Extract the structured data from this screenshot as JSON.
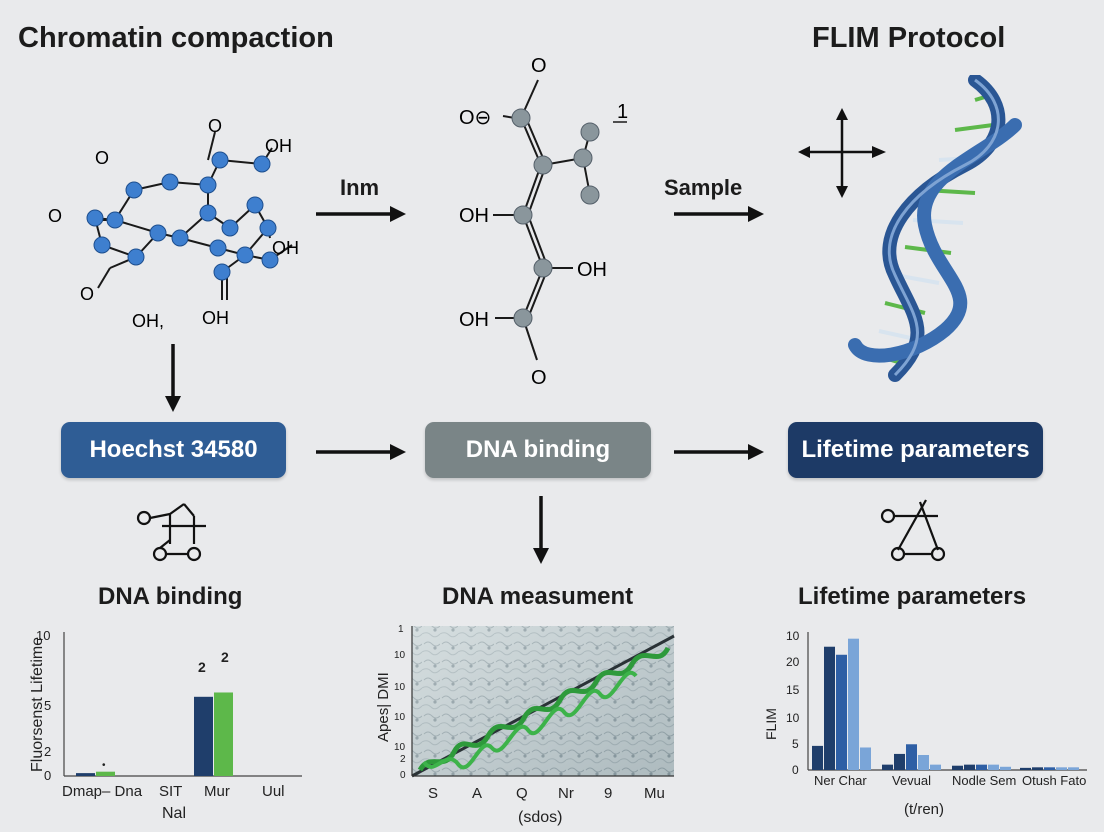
{
  "headings": {
    "chromatin": "Chromatin compaction",
    "flim": "FLIM Protocol"
  },
  "arrow_labels": {
    "inm": "Inm",
    "sample": "Sample"
  },
  "molecule1_labels": [
    "O",
    "O",
    "OH",
    "OH",
    "O",
    "OH,",
    "OH"
  ],
  "molecule2_labels": [
    "O",
    "O⊖",
    "1",
    "OH",
    "OH",
    "OH",
    "O"
  ],
  "boxes": {
    "hoechst": "Hoechst 34580",
    "dna_binding": "DNA binding",
    "lifetime": "Lifetime parameters"
  },
  "colors": {
    "hoechst_box": "#2f5d95",
    "dna_box": "#7a8587",
    "lifetime_box": "#1d3a66",
    "dark_bar": "#1f3e6b",
    "green_bar": "#5db84a",
    "mid_blue": "#2e5fa5",
    "light_blue": "#7aa5d8"
  },
  "section_titles": {
    "left": "DNA binding",
    "middle": "DNA measument",
    "right": "Lifetime parameters"
  },
  "chart_data": [
    {
      "type": "bar",
      "ylabel": "Fluorsenst Lifetime",
      "xlabel": "Nal",
      "ylim": [
        0,
        10
      ],
      "yticks": [
        "10",
        "5",
        "2",
        "0"
      ],
      "categories": [
        "Dmap– Dna",
        "SIT",
        "Mur",
        "Uul"
      ],
      "series": [
        {
          "values": [
            0.2,
            0,
            5.5,
            0
          ]
        },
        {
          "values": [
            0.3,
            0,
            5.8,
            0
          ]
        }
      ],
      "data_labels": [
        "2",
        "2"
      ],
      "marker": "•"
    },
    {
      "type": "image-plot",
      "ylabel": "Apes| DMI",
      "xlabel": "(sdos)",
      "yticks": [
        "1",
        "10",
        "10",
        "10",
        "10",
        "2",
        "0"
      ],
      "xticks": [
        "S",
        "A",
        "Q",
        "Nr",
        "9",
        "Mu"
      ]
    },
    {
      "type": "bar",
      "ylabel": "FLIM",
      "xlabel": "(t/ren)",
      "ylim": [
        0,
        25
      ],
      "yticks": [
        "10",
        "20",
        "15",
        "10",
        "5",
        "0"
      ],
      "categories": [
        "Ner Char",
        "Vevual",
        "Nodle Sem",
        "Otush Fato"
      ],
      "series": [
        {
          "values": [
            4.5,
            1,
            0.8,
            0.4
          ]
        },
        {
          "values": [
            23,
            3,
            1,
            0.5
          ]
        },
        {
          "values": [
            21.5,
            4.8,
            1,
            0.5
          ]
        },
        {
          "values": [
            24.5,
            2.8,
            1,
            0.5
          ]
        },
        {
          "values": [
            4.2,
            1,
            0.6,
            0.5
          ]
        }
      ]
    }
  ]
}
